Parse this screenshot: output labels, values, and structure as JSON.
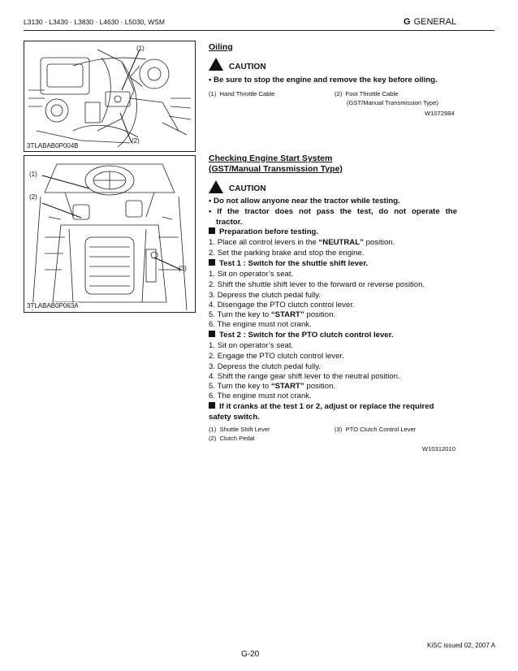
{
  "header": {
    "models": "L3130 · L3430 · L3830 · L4630 · L5030, WSM",
    "section_letter": "G",
    "section_name": "GENERAL"
  },
  "figure1": {
    "code": "3TLABAB0P004B",
    "callouts": [
      "(1)",
      "(2)"
    ]
  },
  "figure2": {
    "code": "3TLABAB0P063A",
    "callouts": [
      "(1)",
      "(2)",
      "(3)"
    ]
  },
  "oiling": {
    "title": "Oiling",
    "caution_label": "CAUTION",
    "bullet": "Be sure to stop the engine and remove the key before oiling.",
    "legend": [
      {
        "num": "(1)",
        "text": "Hand Throttle Cable"
      },
      {
        "num": "(2)",
        "text": "Foot Throttle Cable"
      },
      {
        "num": "",
        "text": "(GST/Manual Transmission Type)"
      }
    ],
    "code": "W1072984"
  },
  "start_system": {
    "title_line1": "Checking Engine Start System",
    "title_line2": "(GST/Manual Transmission Type)",
    "caution_label": "CAUTION",
    "bullets": [
      "Do not allow anyone near the tractor while testing.",
      "If the tractor does not pass the test, do not operate the",
      "tractor."
    ],
    "prep_heading": "Preparation before testing.",
    "prep_steps": [
      {
        "num": "1.",
        "pre": "Place all control levers in the ",
        "bold": "“NEUTRAL”",
        "post": " position."
      },
      {
        "num": "2.",
        "pre": "Set the parking brake and stop the engine.",
        "bold": "",
        "post": ""
      }
    ],
    "test1_heading": "Test 1 : Switch for the shuttle shift lever.",
    "test1_steps": [
      {
        "num": "1.",
        "pre": "Sit on operator’s seat.",
        "bold": "",
        "post": ""
      },
      {
        "num": "2.",
        "pre": "Shift the shuttle shift lever to the forward or reverse position.",
        "bold": "",
        "post": ""
      },
      {
        "num": "3.",
        "pre": "Depress the clutch pedal fully.",
        "bold": "",
        "post": ""
      },
      {
        "num": "4.",
        "pre": "Disengage the PTO clutch control lever.",
        "bold": "",
        "post": ""
      },
      {
        "num": "5.",
        "pre": "Turn the key to ",
        "bold": "“START”",
        "post": " position."
      },
      {
        "num": "6.",
        "pre": "The engine must not crank.",
        "bold": "",
        "post": ""
      }
    ],
    "test2_heading": "Test 2 : Switch for the PTO clutch control lever.",
    "test2_steps": [
      {
        "num": "1.",
        "pre": "Sit on operator’s seat.",
        "bold": "",
        "post": ""
      },
      {
        "num": "2.",
        "pre": "Engage the PTO clutch control lever.",
        "bold": "",
        "post": ""
      },
      {
        "num": "3.",
        "pre": "Depress the clutch pedal fully.",
        "bold": "",
        "post": ""
      },
      {
        "num": "4.",
        "pre": "Shift the range gear shift lever to the neutral position.",
        "bold": "",
        "post": ""
      },
      {
        "num": "5.",
        "pre": "Turn the key to ",
        "bold": "“START”",
        "post": " position."
      },
      {
        "num": "6.",
        "pre": "The engine must not crank.",
        "bold": "",
        "post": ""
      }
    ],
    "final_line1": "If it cranks at the test 1 or 2, adjust or replace the required",
    "final_line2": "safety switch.",
    "legend": [
      {
        "num": "(1)",
        "text": "Shuttle Shift Lever"
      },
      {
        "num": "(2)",
        "text": "Clutch Pedal"
      },
      {
        "num": "(3)",
        "text": "PTO Clutch Control Lever"
      }
    ],
    "code": "W10312010"
  },
  "footer": {
    "page": "G-20",
    "issued": "KiSC issued 02, 2007 A"
  }
}
